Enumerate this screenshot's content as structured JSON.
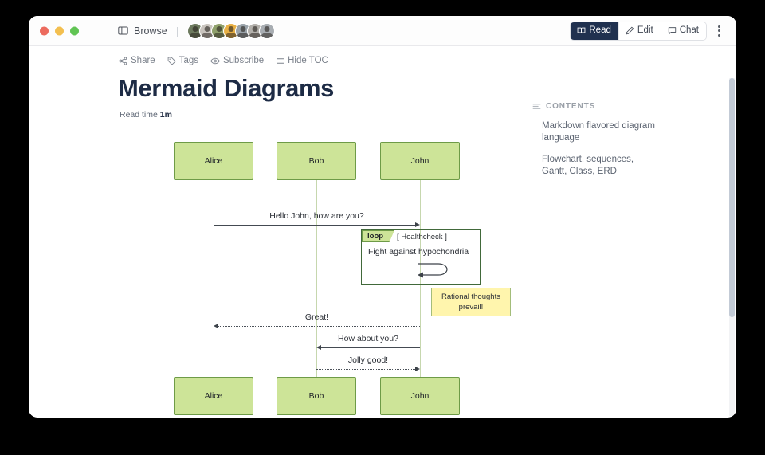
{
  "window": {
    "traffic_lights": [
      "close",
      "minimize",
      "zoom"
    ],
    "browse_label": "Browse",
    "avatar_count": 7,
    "buttons": [
      {
        "label": "Read",
        "icon": "book-icon",
        "active": true
      },
      {
        "label": "Edit",
        "icon": "pencil-icon",
        "active": false
      },
      {
        "label": "Chat",
        "icon": "chat-bubble-icon",
        "active": false
      }
    ],
    "overflow": "kebab-menu"
  },
  "page_actions": [
    {
      "label": "Share",
      "icon": "share-icon"
    },
    {
      "label": "Tags",
      "icon": "tag-icon"
    },
    {
      "label": "Subscribe",
      "icon": "eye-icon"
    },
    {
      "label": "Hide TOC",
      "icon": "list-icon"
    }
  ],
  "article": {
    "title": "Mermaid Diagrams",
    "read_time_label": "Read time",
    "read_time_value": "1m"
  },
  "toc": {
    "heading": "CONTENTS",
    "items": [
      "Markdown flavored diagram language",
      "Flowchart, sequences, Gantt, Class, ERD"
    ]
  },
  "diagram": {
    "type": "sequence",
    "actors": [
      "Alice",
      "Bob",
      "John"
    ],
    "messages": [
      {
        "from": "Alice",
        "to": "John",
        "text": "Hello John, how are you?",
        "style": "solid"
      },
      {
        "from": "John",
        "to": "Alice",
        "text": "Great!",
        "style": "dotted"
      },
      {
        "from": "John",
        "to": "Bob",
        "text": "How about you?",
        "style": "solid"
      },
      {
        "from": "Bob",
        "to": "John",
        "text": "Jolly good!",
        "style": "dotted"
      }
    ],
    "loop": {
      "keyword": "loop",
      "condition": "[ Healthcheck ]",
      "body": "Fight against hypochondria",
      "self_message": true
    },
    "note": {
      "text_line1": "Rational thoughts",
      "text_line2": "prevail!",
      "position": "right of John"
    },
    "colors": {
      "actor_fill": "#cde498",
      "actor_stroke": "#6e9b47",
      "note_fill": "#fff5ad",
      "note_stroke": "#a3bd7a",
      "loop_stroke": "#41693a",
      "lifeline": "#c6d7ae",
      "arrow": "#3c4249"
    }
  },
  "theme": {
    "accent_dark": "#20314f",
    "page_bg": "#ffffff",
    "desktop_bg": "#000000"
  }
}
